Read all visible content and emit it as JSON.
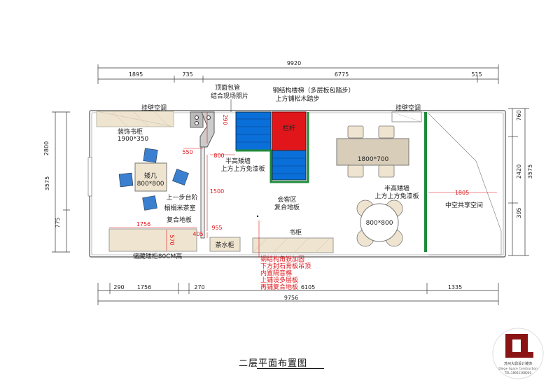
{
  "dims": {
    "top_total": "9920",
    "top_segments": [
      "1895",
      "735",
      "6775",
      "515"
    ],
    "bottom_total": "9756",
    "bottom_segments": [
      "290",
      "1756",
      "270",
      "6105",
      "1335"
    ],
    "left_total": "3575",
    "left_segments": [
      "2800",
      "775"
    ],
    "right_segments": [
      "760",
      "2420",
      "395"
    ],
    "right_total": "3575"
  },
  "labels": {
    "ceiling_pipe_line1": "顶面包管",
    "ceiling_pipe_line2": "结合现场照片",
    "stair_line1": "钢结构楼梯（多层板包踏步）",
    "stair_line2": "上方铺松木踏步",
    "ac_left": "挂壁空调",
    "ac_right": "挂壁空调",
    "bookcase_left": "装饰书柜",
    "bookcase_left_size": "1900*350",
    "table_small": "矮几",
    "table_small_size": "800*800",
    "step_platform": "上一步台阶",
    "tatami_room": "榻榻米茶室",
    "composite_floor_left": "复合地板",
    "half_wall_left_1": "半高矮墙",
    "half_wall_left_2": "上方上方免漆板",
    "railing": "栏杆",
    "dining_table": "1800*700",
    "half_wall_right_1": "半高矮墙",
    "half_wall_right_2": "上方上方免漆板",
    "reception_1": "会客区",
    "reception_2": "复合地板",
    "round_table": "800*800",
    "atrium": "中空共享空间",
    "bookshelf": "书柜",
    "tea_cabinet": "茶水柜",
    "storage_cabinet": "储藏矮柜80CM高",
    "note_lines": [
      "钢结构角铁加固",
      "下方封石膏板吊顶",
      "内置隔音棉",
      "上铺设多层板",
      "再铺复合地板"
    ],
    "red_dims": [
      "290",
      "550",
      "800",
      "1500",
      "405",
      "955",
      "1756",
      "570",
      "1805"
    ]
  },
  "footer": {
    "title": "二层平面布置图",
    "logo_letter": "D.",
    "logo_cn": "苏州大鼎设计装饰",
    "logo_en": "Ding+ Space Construction",
    "logo_tel": "TEL:18662168000"
  },
  "colors": {
    "stair_blue": "#0a6fd8",
    "railing_red": "#e0161b",
    "atrium_green": "#1e8a3a",
    "cabinet_fill": "#efe4cf",
    "cushion_blue": "#3b7fd0",
    "cushion_purple": "#9b8fc8",
    "logo_red": "#8a1414"
  }
}
